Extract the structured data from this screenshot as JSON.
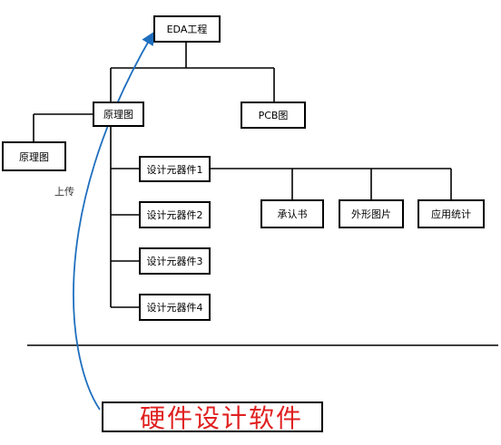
{
  "nodes": {
    "root": "EDA工程",
    "schematic": "原理图",
    "pcb": "PCB图",
    "schematic_left": "原理图",
    "component_1": "设计元器件1",
    "component_2": "设计元器件2",
    "component_3": "设计元器件3",
    "component_4": "设计元器件4",
    "spec": "承认书",
    "appearance": "外形图片",
    "stats": "应用统计"
  },
  "annotation": {
    "upload": "上传"
  },
  "footer": {
    "software": "硬件设计软件"
  },
  "colors": {
    "line": "#000000",
    "arrow": "#1f6fbf",
    "software_text": "#e02020"
  }
}
